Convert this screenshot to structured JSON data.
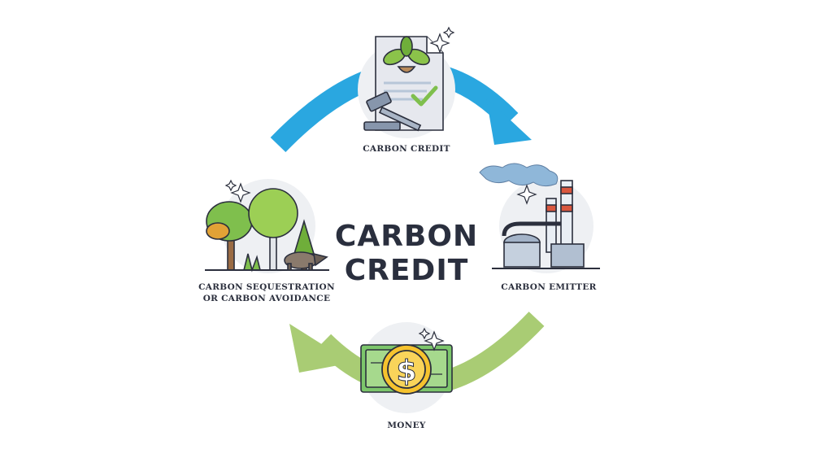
{
  "title": {
    "line1": "CARBON",
    "line2": "CREDIT"
  },
  "nodes": {
    "credit": "CARBON CREDIT",
    "emitter": "CARBON EMITTER",
    "sequestration_line1": "CARBON SEQUESTRATION",
    "sequestration_line2": "OR CARBON AVOIDANCE",
    "money": "MONEY"
  },
  "money_symbol": "$",
  "colors": {
    "arrow_blue": "#2aa7e0",
    "arrow_green": "#a9cc74",
    "text_dark": "#2b2f3d",
    "circle_bg": "#eef0f3",
    "coin_gold": "#f6c32e",
    "bill_green": "#7cc66b",
    "tree_green": "#7fbf4d",
    "smoke_blue": "#8fb7d9"
  },
  "icons": [
    "document-plant-icon",
    "gavel-icon",
    "checkmark-icon",
    "factory-icon",
    "smoke-icon",
    "forest-icon",
    "raccoon-icon",
    "banknote-icon",
    "coin-icon",
    "sparkle-icon"
  ]
}
